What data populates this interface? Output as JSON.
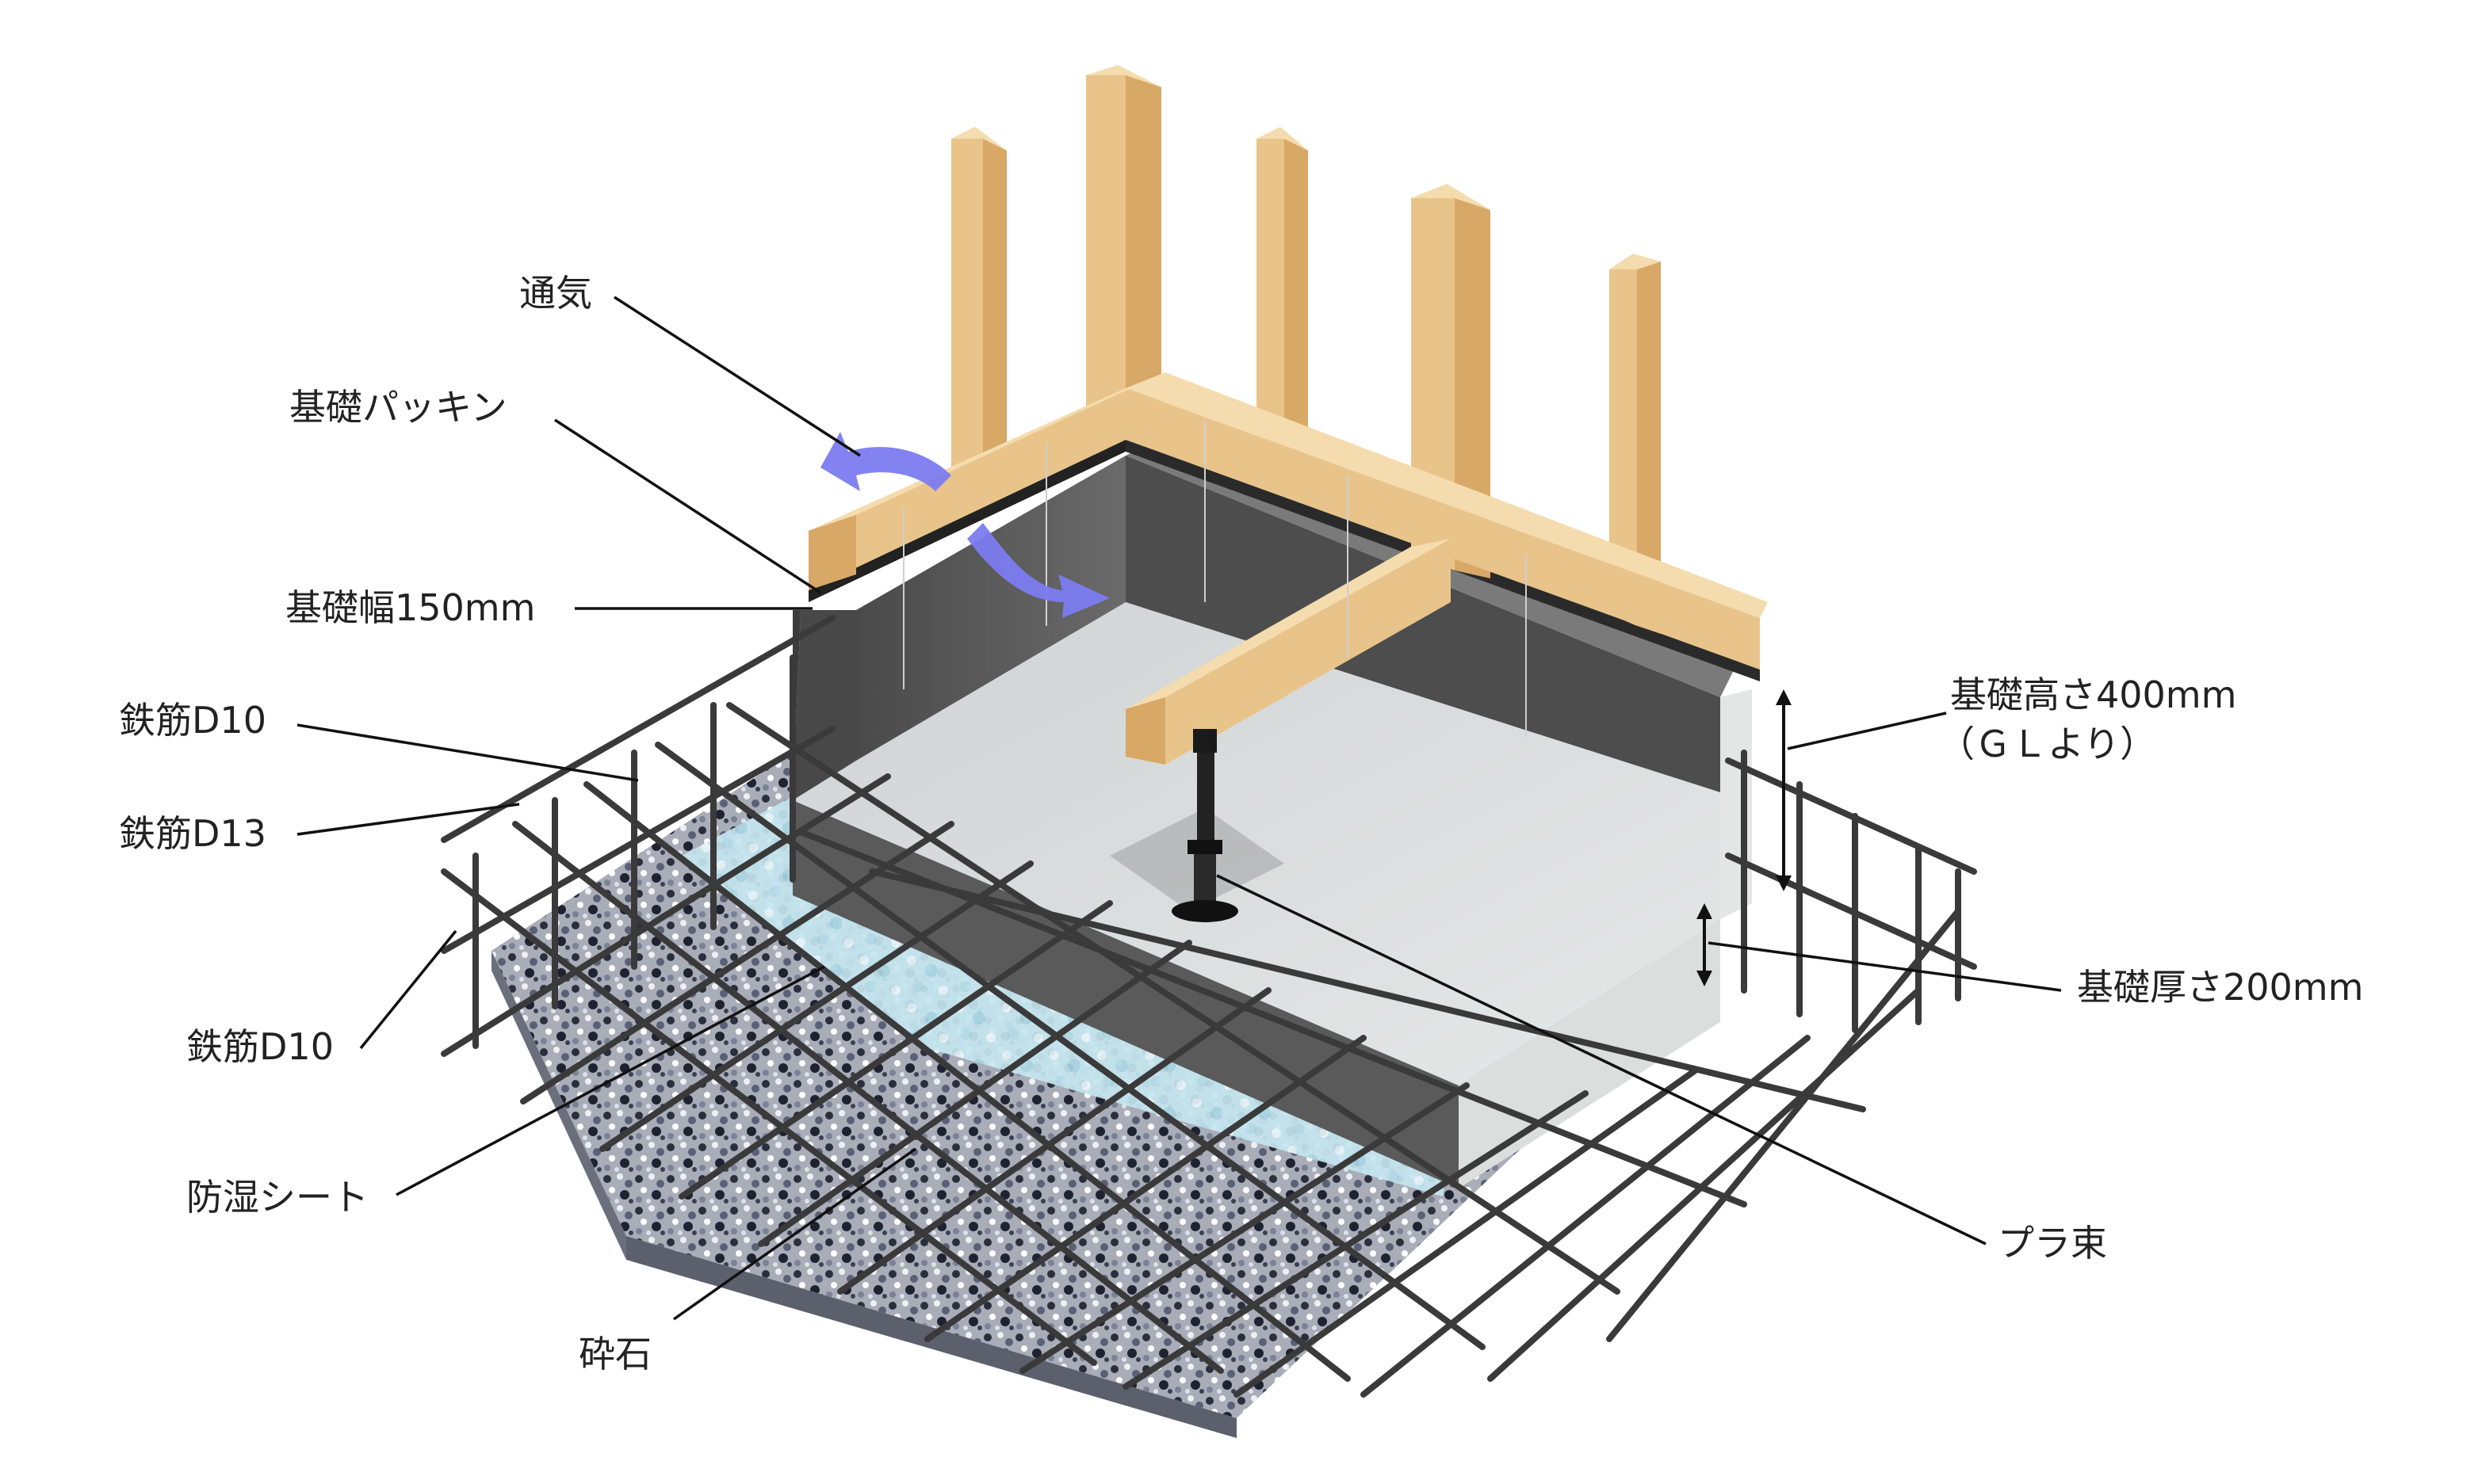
{
  "labels": {
    "ventilation": "通気",
    "packing": "基礎パッキン",
    "width": "基礎幅150mm",
    "rebar_d10_upper": "鉄筋D10",
    "rebar_d13": "鉄筋D13",
    "rebar_d10_lower": "鉄筋D10",
    "moisture_sheet": "防湿シート",
    "crushed_stone": "砕石",
    "height_line1": "基礎高さ400mm",
    "height_line2": "（ＧＬより）",
    "thickness": "基礎厚さ200mm",
    "plastic_post": "プラ束"
  },
  "colors": {
    "timber": "#e9c48a",
    "concrete_wall": "#555555",
    "concrete_floor": "#d9dcdc",
    "rebar": "#3a3a3a",
    "moisture_sheet": "#bfe4ee",
    "gravel": "#8a8e9a",
    "airflow_arrow": "#7b7cf0",
    "leader_line": "#111111"
  }
}
